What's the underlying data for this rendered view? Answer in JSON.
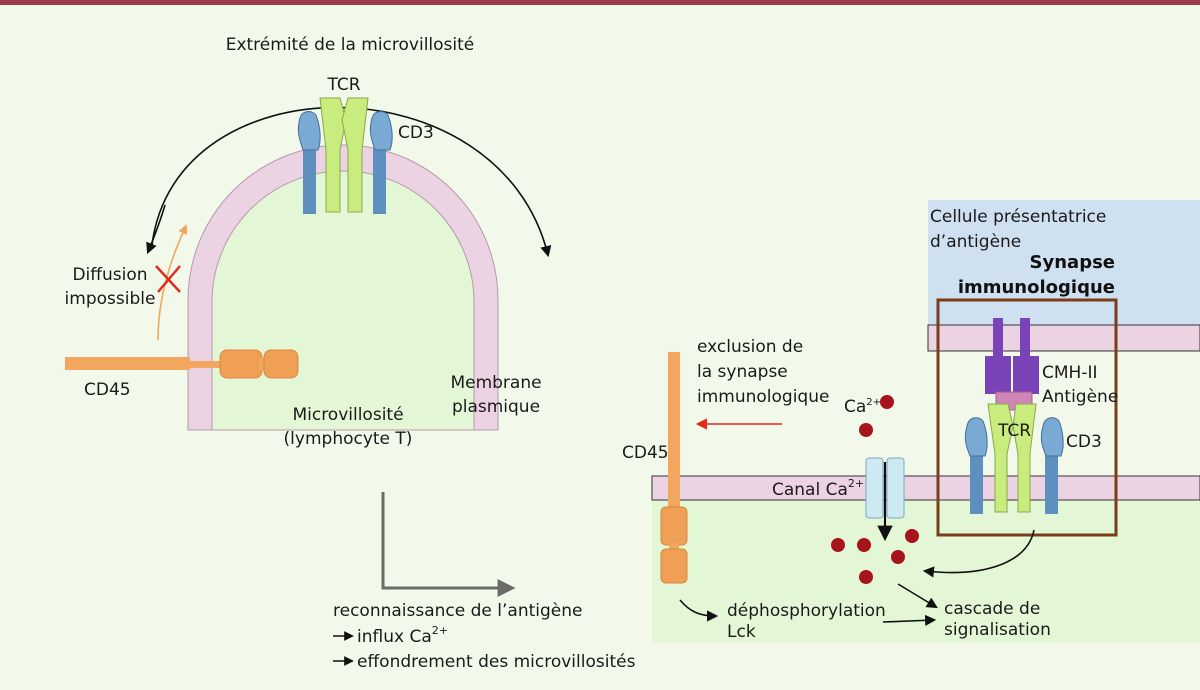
{
  "colors": {
    "top_bar": "#9b3a4a",
    "background": "#f3f9ea",
    "cytoplasm": "#e3f7d6",
    "membrane": "#ecd3e4",
    "apc": "#cfe0f0",
    "cd45": "#f2a65e",
    "tcr": "#c9ec7e",
    "cd3": "#5d8fbf",
    "mhc": "#7a44b8",
    "antigen": "#cf86b6",
    "channel": "#cdeaf2",
    "calcium": "#a8141b",
    "synapse_box": "#7a3d1a",
    "red_arrow": "#e0281c",
    "grey_arrow": "#6b6b6b"
  },
  "labels": {
    "tip": "Extrémité de la microvillosité",
    "tcr_left": "TCR",
    "cd3_left": "CD3",
    "diffusion": [
      "Diffusion",
      "impossible"
    ],
    "cd45_left": "CD45",
    "membrane": [
      "Membrane",
      "plasmique"
    ],
    "microvillus": [
      "Microvillosité",
      "(lymphocyte T)"
    ],
    "recognition": "reconnaissance de l’antigène",
    "influx": "influx Ca",
    "influx_sup": "2+",
    "collapse": "effondrement des microvillosités",
    "apc": [
      "Cellule présentatrice",
      "d’antigène"
    ],
    "synapse": [
      "Synapse",
      "immunologique"
    ],
    "exclusion": [
      "exclusion de",
      "la synapse",
      "immunologique"
    ],
    "cd45_right": "CD45",
    "ca": "Ca",
    "ca_sup": "2+",
    "canal": "Canal Ca",
    "canal_sup": "2+",
    "mhc": "CMH-II",
    "antigen": "Antigène",
    "tcr_right": "TCR",
    "cd3_right": "CD3",
    "dephos": [
      "déphosphorylation",
      "Lck"
    ],
    "cascade": [
      "cascade de",
      "signalisation"
    ]
  }
}
